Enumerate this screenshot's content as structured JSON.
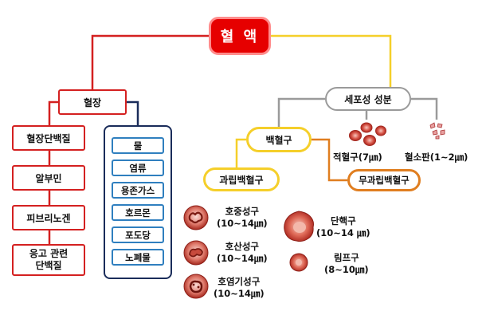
{
  "root": {
    "label": "혈 액"
  },
  "plasma": {
    "label": "혈장",
    "proteins": [
      "혈장단백질",
      "알부민",
      "피브리노겐",
      "응고 관련\n단백질"
    ],
    "components": [
      "물",
      "염류",
      "용존가스",
      "호르몬",
      "포도당",
      "노폐물"
    ]
  },
  "cellular": {
    "label": "세포성 성분",
    "rbc": {
      "label": "적혈구(7㎛)"
    },
    "platelet": {
      "label": "혈소판(1~2㎛)"
    },
    "wbc": {
      "label": "백혈구",
      "granulocytes": {
        "label": "과립백혈구",
        "cells": [
          {
            "name": "호중성구",
            "size": "(10~14㎛)"
          },
          {
            "name": "호산성구",
            "size": "(10~14㎛)"
          },
          {
            "name": "호염기성구",
            "size": "(10~14㎛)"
          }
        ]
      },
      "agranulocytes": {
        "label": "무과립백혈구",
        "cells": [
          {
            "name": "단핵구",
            "size": "(10~14 ㎛)"
          },
          {
            "name": "림프구",
            "size": "(8~10㎛)"
          }
        ]
      }
    }
  },
  "colors": {
    "red": "#d42020",
    "yellow": "#f5cf2a",
    "gray": "#9a9a9a",
    "navy": "#1a2c5a",
    "blue": "#2f7fbf",
    "orange": "#e07e20"
  }
}
